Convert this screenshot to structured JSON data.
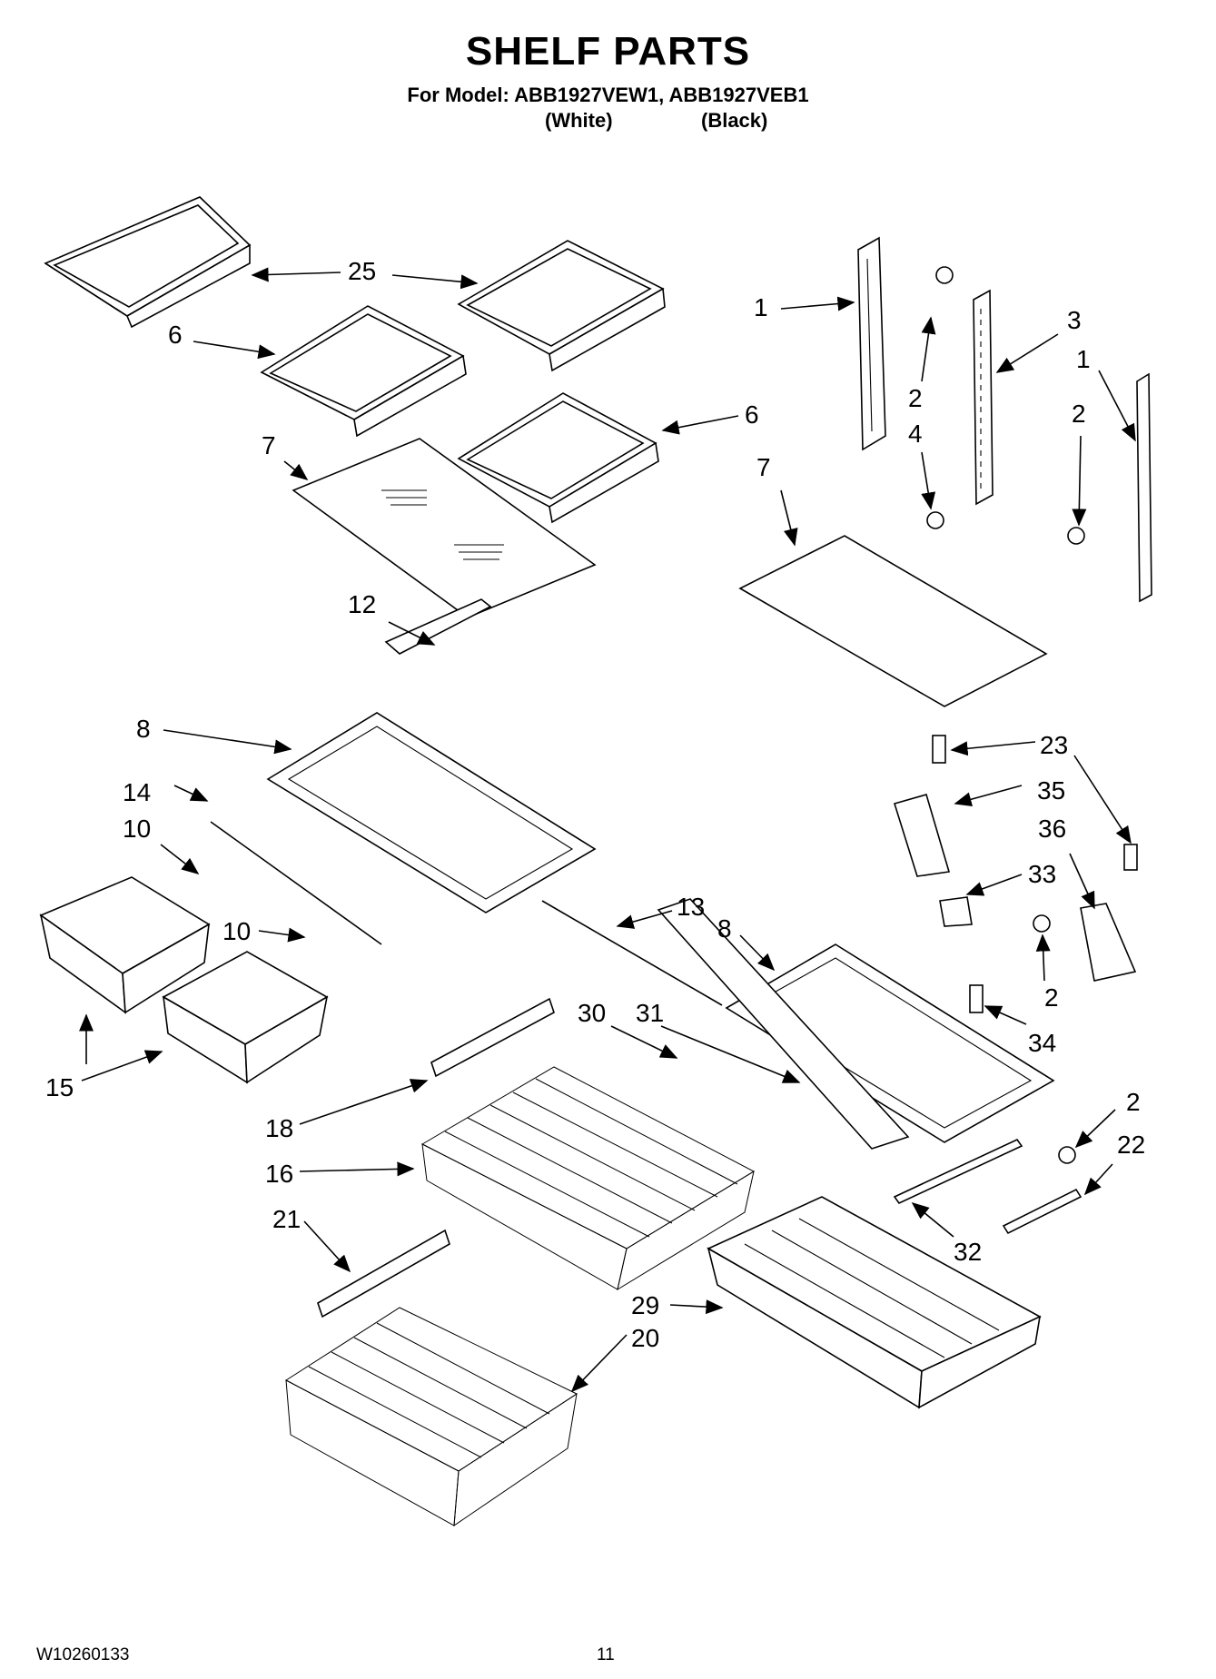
{
  "header": {
    "title": "SHELF PARTS",
    "model_line": "For Model: ABB1927VEW1, ABB1927VEB1",
    "variant_white": "(White)",
    "variant_black": "(Black)"
  },
  "callouts": [
    "25",
    "6",
    "6",
    "7",
    "7",
    "1",
    "3",
    "2",
    "4",
    "1",
    "2",
    "12",
    "8",
    "14",
    "10",
    "10",
    "15",
    "13",
    "8",
    "23",
    "35",
    "36",
    "33",
    "2",
    "34",
    "30",
    "31",
    "18",
    "16",
    "21",
    "20",
    "29",
    "32",
    "2",
    "22"
  ],
  "footer": {
    "doc_number": "W10260133",
    "page_number": "11"
  }
}
